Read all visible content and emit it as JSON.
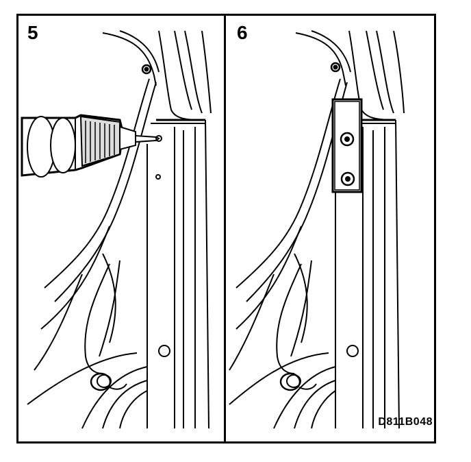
{
  "panels": [
    {
      "step": "5"
    },
    {
      "step": "6"
    }
  ],
  "figure_code": "D811B048"
}
